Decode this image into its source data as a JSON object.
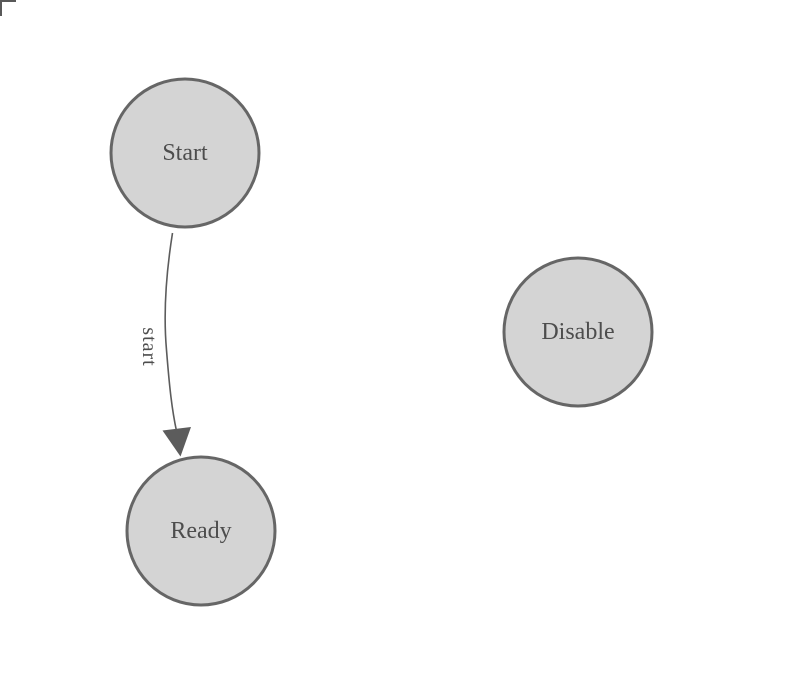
{
  "diagram": {
    "type": "state-machine",
    "nodes": [
      {
        "id": "start",
        "label": "Start"
      },
      {
        "id": "ready",
        "label": "Ready"
      },
      {
        "id": "disable",
        "label": "Disable"
      }
    ],
    "edges": [
      {
        "from": "start",
        "to": "ready",
        "label": "start"
      }
    ]
  },
  "theme": {
    "canvas_bg": "#ffffff",
    "node_fill": "#d4d4d4",
    "node_stroke": "#666666",
    "node_label_color": "#4d4d4d",
    "edge_color": "#5c5c5c",
    "edge_label_color": "#4d4d4d"
  }
}
